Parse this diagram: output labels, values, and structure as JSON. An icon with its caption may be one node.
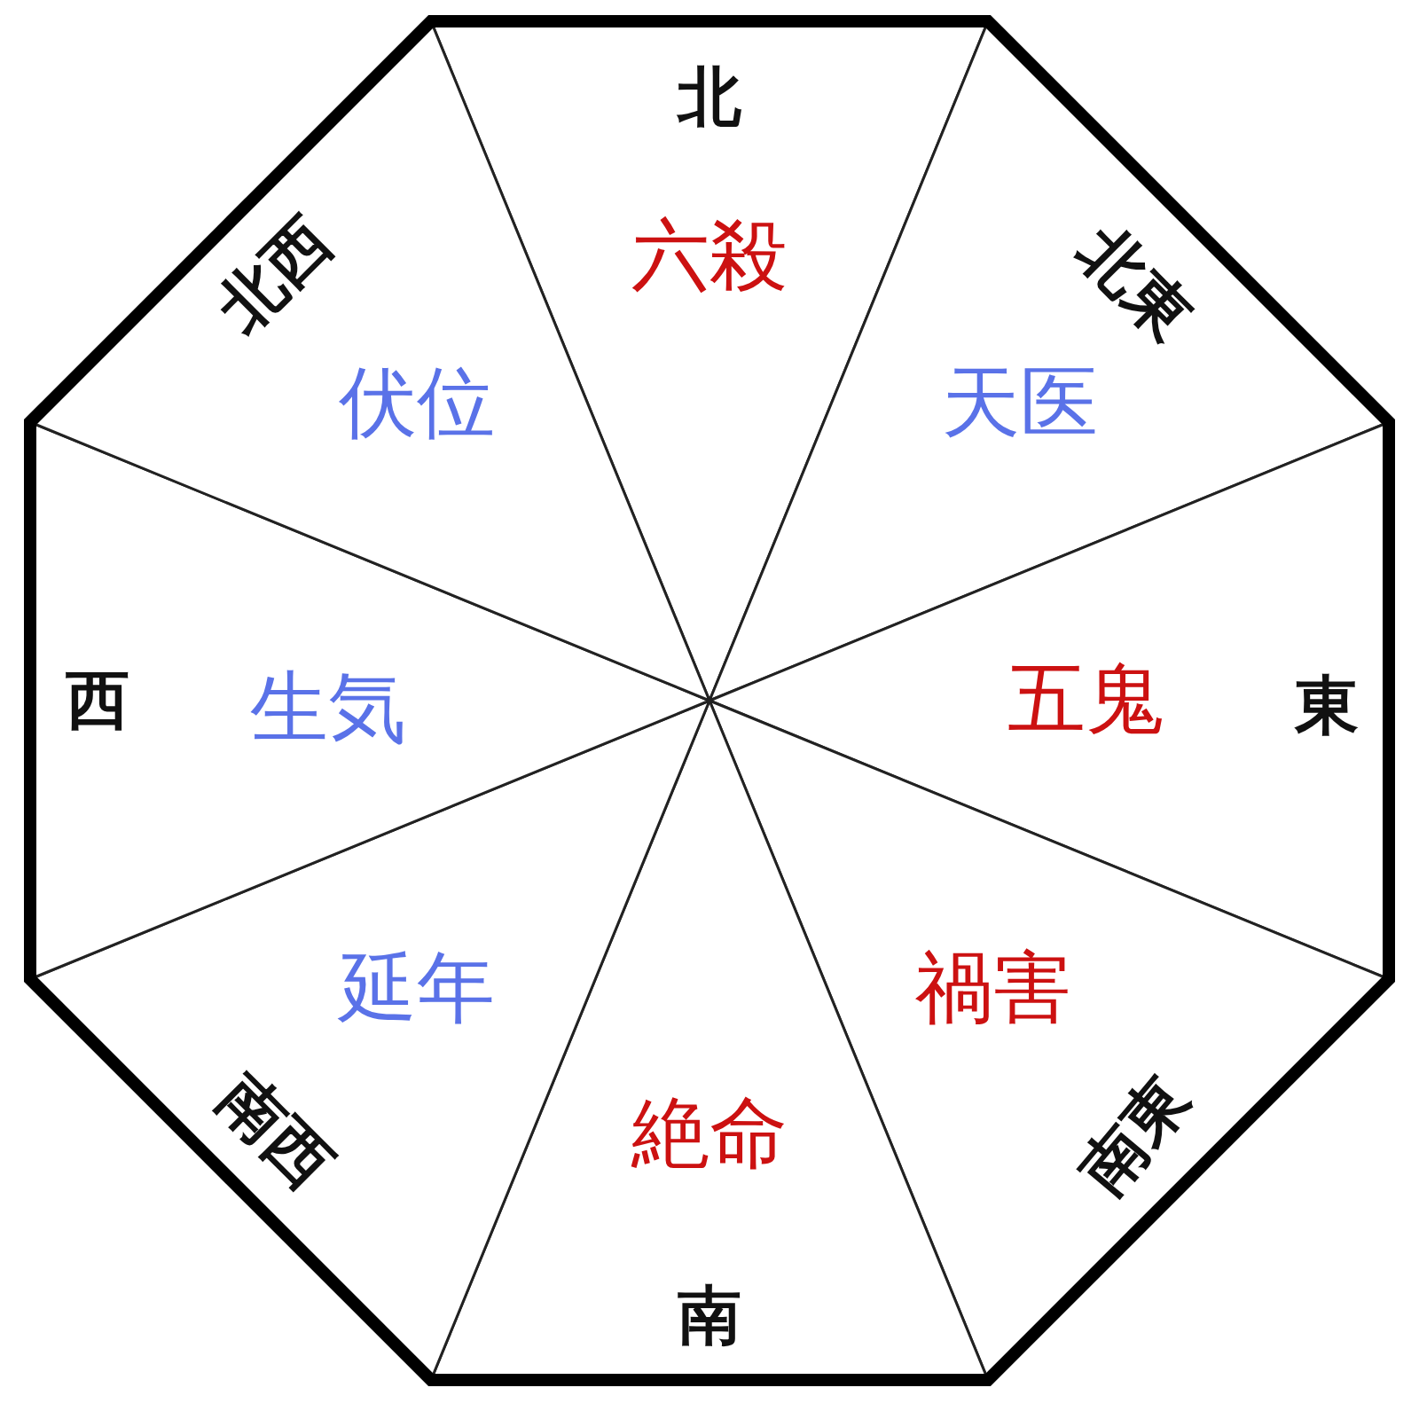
{
  "diagram": {
    "nodes": [
      {
        "text": [],
        "shape": "octagon"
      },
      {
        "text": [
          "北",
          "六殺"
        ],
        "in": 0
      },
      {
        "text": [
          "北東",
          "天医"
        ],
        "in": 0
      },
      {
        "text": [
          "五鬼",
          "東"
        ],
        "in": 0
      },
      {
        "text": [
          "禍害",
          "南東"
        ],
        "in": 0
      },
      {
        "text": [
          "絶命",
          "南"
        ],
        "in": 0
      },
      {
        "text": [
          "延年",
          "南西"
        ],
        "in": 0
      },
      {
        "text": [
          "西",
          "生気"
        ],
        "in": 0
      },
      {
        "text": [
          "北西",
          "伏位"
        ],
        "in": 0
      }
    ]
  }
}
